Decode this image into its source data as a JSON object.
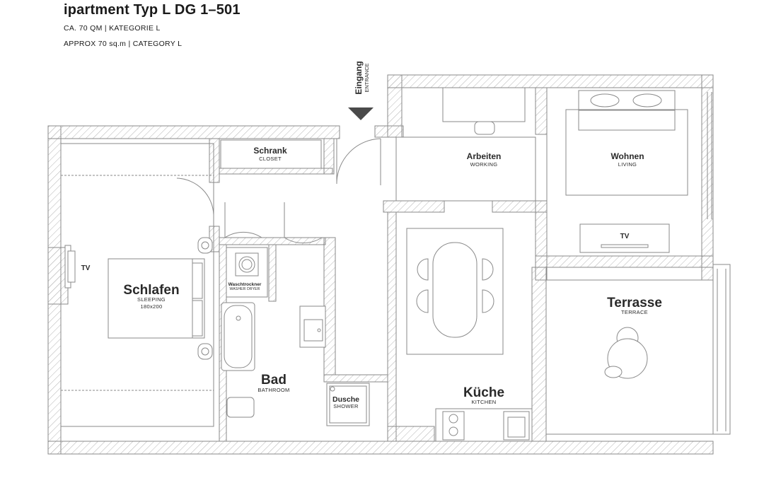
{
  "header": {
    "title": "ipartment Typ L DG 1–501",
    "line1": "CA. 70 QM | KATEGORIE L",
    "line2": "APPROX 70 sq.m | CATEGORY L"
  },
  "entrance": {
    "de": "Eingang",
    "en": "ENTRANCE"
  },
  "rooms": {
    "closet": {
      "de": "Schrank",
      "en": "CLOSET"
    },
    "working": {
      "de": "Arbeiten",
      "en": "WORKING"
    },
    "living": {
      "de": "Wohnen",
      "en": "LIVING"
    },
    "living_tv": "TV",
    "sleeping": {
      "de": "Schlafen",
      "en": "SLEEPING",
      "bed": "180x200"
    },
    "sleeping_tv": "TV",
    "washer": {
      "de": "Waschtrockner",
      "en": "WASHER DRYER"
    },
    "bathroom": {
      "de": "Bad",
      "en": "BATHROOM"
    },
    "shower": {
      "de": "Dusche",
      "en": "SHOWER"
    },
    "terrace": {
      "de": "Terrasse",
      "en": "TERRACE"
    },
    "kitchen": {
      "de": "Küche",
      "en": "KITCHEN"
    }
  },
  "colors": {
    "line": "#8a8a8a",
    "hatch": "#b4b4b4",
    "text": "#1a1a1a"
  }
}
